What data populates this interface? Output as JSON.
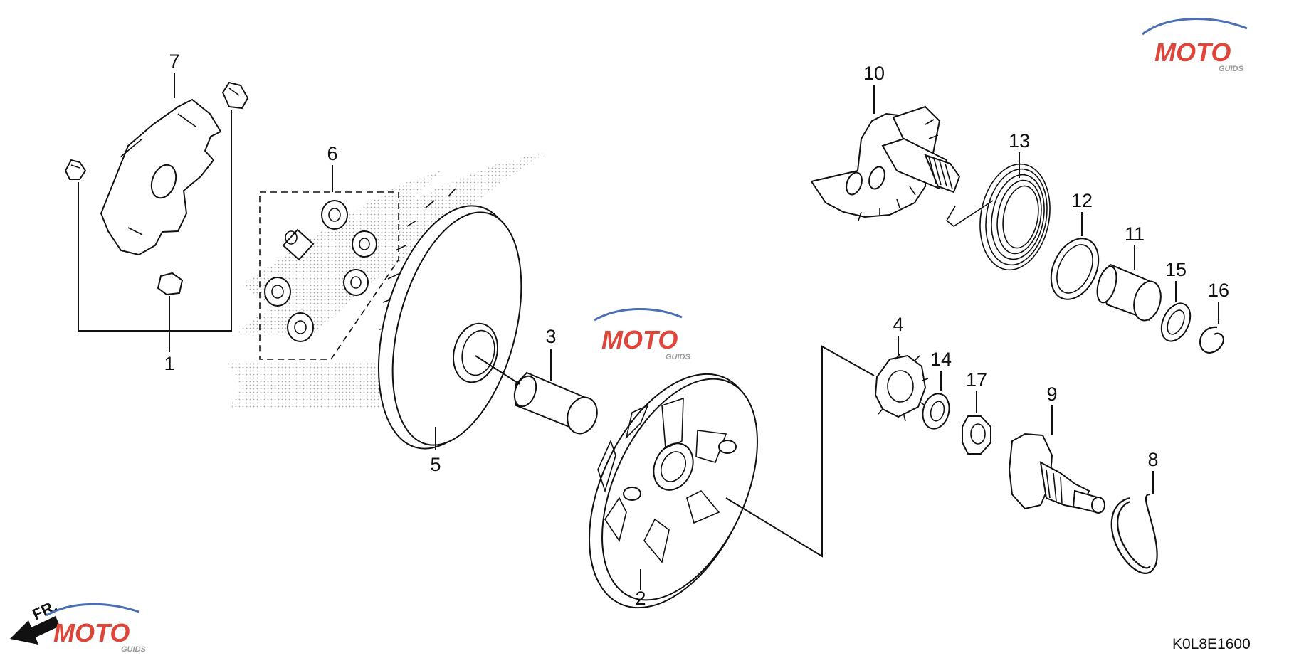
{
  "diagram": {
    "code": "K0L8E1600",
    "front_marker": "FR.",
    "callouts": [
      "1",
      "2",
      "3",
      "4",
      "5",
      "6",
      "7",
      "8",
      "9",
      "10",
      "11",
      "12",
      "13",
      "14",
      "15",
      "16",
      "17"
    ]
  },
  "watermark": {
    "brand": "MOTO",
    "sub": "GUIDS",
    "colors": {
      "red": "#e0453a",
      "blue": "#4a6fb5",
      "gray": "#9b9b9b"
    }
  }
}
